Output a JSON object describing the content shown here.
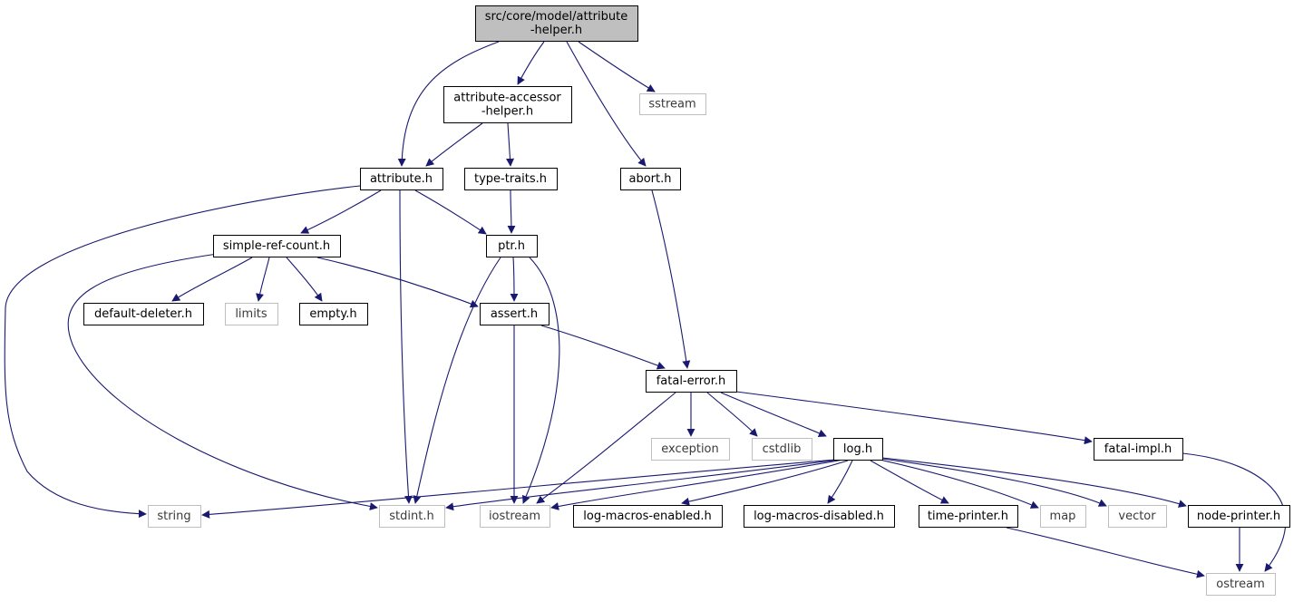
{
  "diagram": {
    "type": "include-dependency-graph",
    "colors": {
      "edge": "#191970",
      "node_border": "#000000",
      "external_border": "#bfbfbf",
      "root_fill": "#bfbfbf",
      "node_fill": "#ffffff"
    },
    "nodes": [
      {
        "id": "root",
        "lines": [
          "src/core/model/attribute",
          "-helper.h"
        ],
        "kind": "root"
      },
      {
        "id": "aah",
        "lines": [
          "attribute-accessor",
          "-helper.h"
        ],
        "kind": "file"
      },
      {
        "id": "sstream",
        "lines": [
          "sstream"
        ],
        "kind": "external"
      },
      {
        "id": "attribute",
        "lines": [
          "attribute.h"
        ],
        "kind": "file"
      },
      {
        "id": "typetraits",
        "lines": [
          "type-traits.h"
        ],
        "kind": "file"
      },
      {
        "id": "abort",
        "lines": [
          "abort.h"
        ],
        "kind": "file"
      },
      {
        "id": "srcount",
        "lines": [
          "simple-ref-count.h"
        ],
        "kind": "file"
      },
      {
        "id": "ptr",
        "lines": [
          "ptr.h"
        ],
        "kind": "file"
      },
      {
        "id": "defdel",
        "lines": [
          "default-deleter.h"
        ],
        "kind": "file"
      },
      {
        "id": "limits",
        "lines": [
          "limits"
        ],
        "kind": "external"
      },
      {
        "id": "empty",
        "lines": [
          "empty.h"
        ],
        "kind": "file"
      },
      {
        "id": "assert",
        "lines": [
          "assert.h"
        ],
        "kind": "file"
      },
      {
        "id": "fatalerror",
        "lines": [
          "fatal-error.h"
        ],
        "kind": "file"
      },
      {
        "id": "exception",
        "lines": [
          "exception"
        ],
        "kind": "external"
      },
      {
        "id": "cstdlib",
        "lines": [
          "cstdlib"
        ],
        "kind": "external"
      },
      {
        "id": "log",
        "lines": [
          "log.h"
        ],
        "kind": "file"
      },
      {
        "id": "fatalimpl",
        "lines": [
          "fatal-impl.h"
        ],
        "kind": "file"
      },
      {
        "id": "string",
        "lines": [
          "string"
        ],
        "kind": "external"
      },
      {
        "id": "stdint",
        "lines": [
          "stdint.h"
        ],
        "kind": "external"
      },
      {
        "id": "iostream",
        "lines": [
          "iostream"
        ],
        "kind": "external"
      },
      {
        "id": "lme",
        "lines": [
          "log-macros-enabled.h"
        ],
        "kind": "file"
      },
      {
        "id": "lmd",
        "lines": [
          "log-macros-disabled.h"
        ],
        "kind": "file"
      },
      {
        "id": "timeprinter",
        "lines": [
          "time-printer.h"
        ],
        "kind": "file"
      },
      {
        "id": "map",
        "lines": [
          "map"
        ],
        "kind": "external"
      },
      {
        "id": "vector",
        "lines": [
          "vector"
        ],
        "kind": "external"
      },
      {
        "id": "nodeprinter",
        "lines": [
          "node-printer.h"
        ],
        "kind": "file"
      },
      {
        "id": "ostream",
        "lines": [
          "ostream"
        ],
        "kind": "external"
      }
    ],
    "edges": [
      {
        "from": "root",
        "to": "attribute"
      },
      {
        "from": "root",
        "to": "aah"
      },
      {
        "from": "root",
        "to": "sstream"
      },
      {
        "from": "root",
        "to": "abort"
      },
      {
        "from": "aah",
        "to": "attribute"
      },
      {
        "from": "aah",
        "to": "typetraits"
      },
      {
        "from": "attribute",
        "to": "string"
      },
      {
        "from": "attribute",
        "to": "srcount"
      },
      {
        "from": "attribute",
        "to": "ptr"
      },
      {
        "from": "attribute",
        "to": "stdint"
      },
      {
        "from": "typetraits",
        "to": "ptr"
      },
      {
        "from": "abort",
        "to": "fatalerror"
      },
      {
        "from": "srcount",
        "to": "defdel"
      },
      {
        "from": "srcount",
        "to": "limits"
      },
      {
        "from": "srcount",
        "to": "empty"
      },
      {
        "from": "srcount",
        "to": "assert"
      },
      {
        "from": "srcount",
        "to": "stdint"
      },
      {
        "from": "ptr",
        "to": "assert"
      },
      {
        "from": "ptr",
        "to": "stdint"
      },
      {
        "from": "ptr",
        "to": "iostream"
      },
      {
        "from": "assert",
        "to": "fatalerror"
      },
      {
        "from": "assert",
        "to": "iostream"
      },
      {
        "from": "fatalerror",
        "to": "exception"
      },
      {
        "from": "fatalerror",
        "to": "cstdlib"
      },
      {
        "from": "fatalerror",
        "to": "log"
      },
      {
        "from": "fatalerror",
        "to": "fatalimpl"
      },
      {
        "from": "fatalerror",
        "to": "iostream"
      },
      {
        "from": "fatalimpl",
        "to": "ostream"
      },
      {
        "from": "log",
        "to": "string"
      },
      {
        "from": "log",
        "to": "stdint"
      },
      {
        "from": "log",
        "to": "iostream"
      },
      {
        "from": "log",
        "to": "lme"
      },
      {
        "from": "log",
        "to": "lmd"
      },
      {
        "from": "log",
        "to": "timeprinter"
      },
      {
        "from": "log",
        "to": "map"
      },
      {
        "from": "log",
        "to": "vector"
      },
      {
        "from": "log",
        "to": "nodeprinter"
      },
      {
        "from": "timeprinter",
        "to": "ostream"
      },
      {
        "from": "nodeprinter",
        "to": "ostream"
      }
    ]
  }
}
